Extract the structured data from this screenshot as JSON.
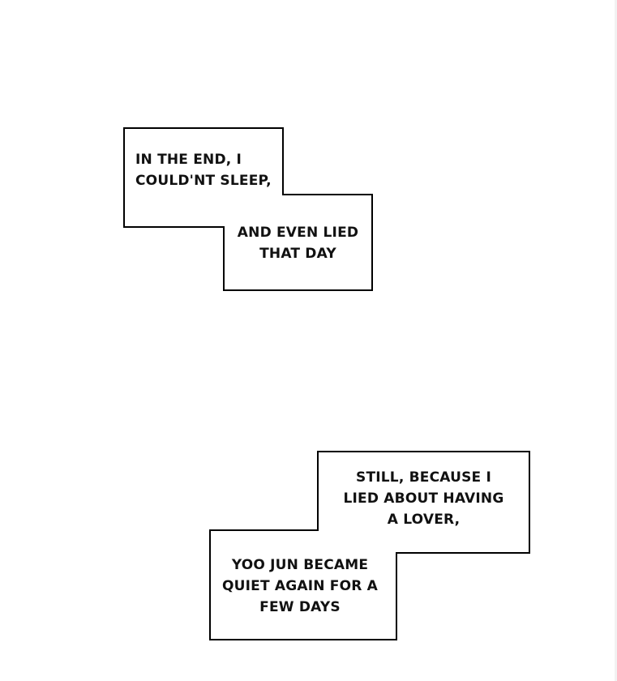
{
  "captions": {
    "box1": {
      "part1": {
        "lines": [
          "IN THE END, I",
          "COULD'NT SLEEP,"
        ]
      },
      "part2": {
        "lines": [
          "AND EVEN LIED",
          "THAT DAY"
        ]
      }
    },
    "box2": {
      "part1": {
        "lines": [
          "STILL, BECAUSE I",
          "LIED ABOUT HAVING",
          "A LOVER,"
        ]
      },
      "part2": {
        "lines": [
          "YOO JUN BECAME",
          "QUIET AGAIN FOR A",
          "FEW DAYS"
        ]
      }
    }
  },
  "colors": {
    "background": "#ffffff",
    "border": "#000000",
    "text": "#111111"
  }
}
